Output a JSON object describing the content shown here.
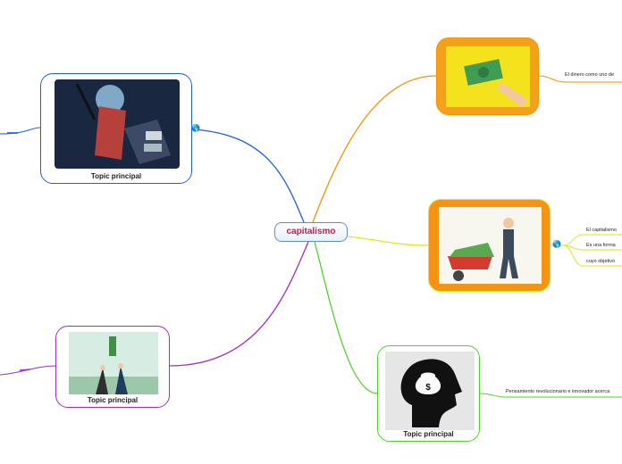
{
  "central": {
    "label": "capitalismo"
  },
  "topics": {
    "blue": {
      "caption": "Topic principal",
      "color": "#1e5fd8"
    },
    "purple": {
      "caption": "Topic principal",
      "color": "#9b2fc9"
    },
    "green": {
      "caption": "Topic principal",
      "color": "#4cd42a"
    },
    "orange": {
      "caption": "",
      "color": "#f2930a"
    },
    "yellow": {
      "caption": "",
      "color": "#e7e21a"
    }
  },
  "subtopics": {
    "orange_1": "El dinero como uno de",
    "yellow_1": "El capitalismo",
    "yellow_2": "Es una forma",
    "yellow_3": "cuyo objetivo",
    "green_1": "Pensamiento revolucionario e innovador acerca"
  },
  "icons": {
    "blue_marker": "globe-icon",
    "yellow_marker": "globe-icon"
  }
}
